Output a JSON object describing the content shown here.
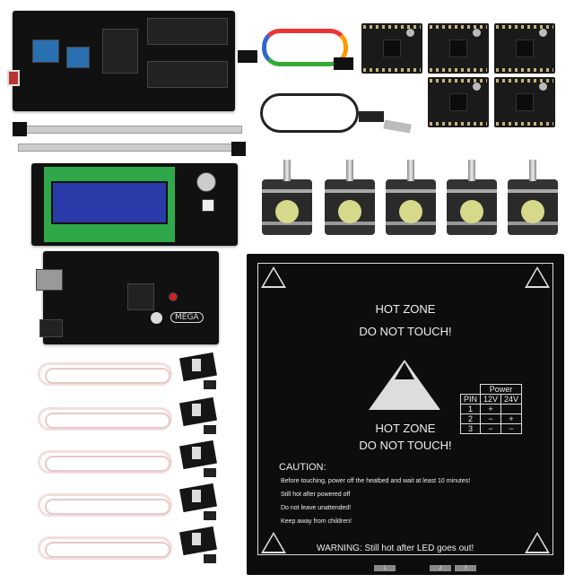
{
  "mega_board": {
    "logo_text": "MEGA"
  },
  "heatbed": {
    "hot_zone_1": "HOT ZONE",
    "do_not_touch_1": "DO NOT TOUCH!",
    "hot_zone_2": "HOT ZONE",
    "do_not_touch_2": "DO NOT TOUCH!",
    "power_table": {
      "group_header": "Power",
      "headers": [
        "PIN",
        "12V",
        "24V"
      ],
      "rows": [
        [
          "1",
          "+",
          ""
        ],
        [
          "2",
          "−",
          "+"
        ],
        [
          "3",
          "−",
          "−"
        ]
      ]
    },
    "caution_title": "CAUTION:",
    "caution_lines": [
      "Before touching, power off the heatbed and wait at least 10 minutes!",
      "Still hot after powered off",
      "Do not leave unattended!",
      "Keep away from children!"
    ],
    "warning": "WARNING: Still hot after LED goes out!",
    "pad_labels": [
      "1",
      "2",
      "3"
    ]
  },
  "colors": {
    "pcb": "#111111",
    "lcd_screen": "#2a3aa8",
    "lcd_board": "#2fa84a",
    "heatbed": "#0d0d0d",
    "endstop_wire": "#f2dede"
  }
}
